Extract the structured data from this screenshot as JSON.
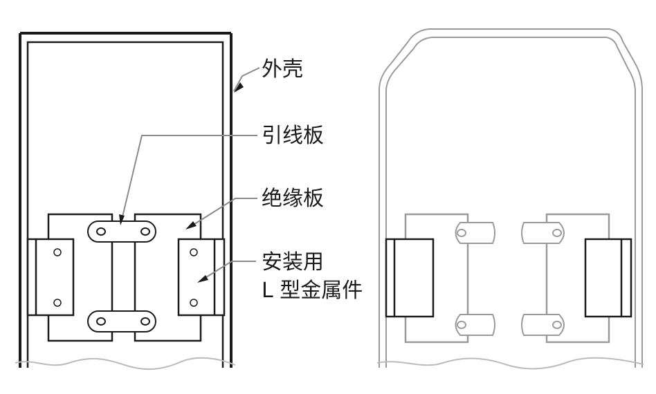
{
  "labels": {
    "shell": "外壳",
    "lead_plate": "引线板",
    "insulation_plate": "绝缘板",
    "bracket_line1": "安装用",
    "bracket_line2": "L 型金属件"
  },
  "colors": {
    "dark_line": "#1a1a1a",
    "light_line": "#9a9a9a",
    "background": "#ffffff"
  }
}
